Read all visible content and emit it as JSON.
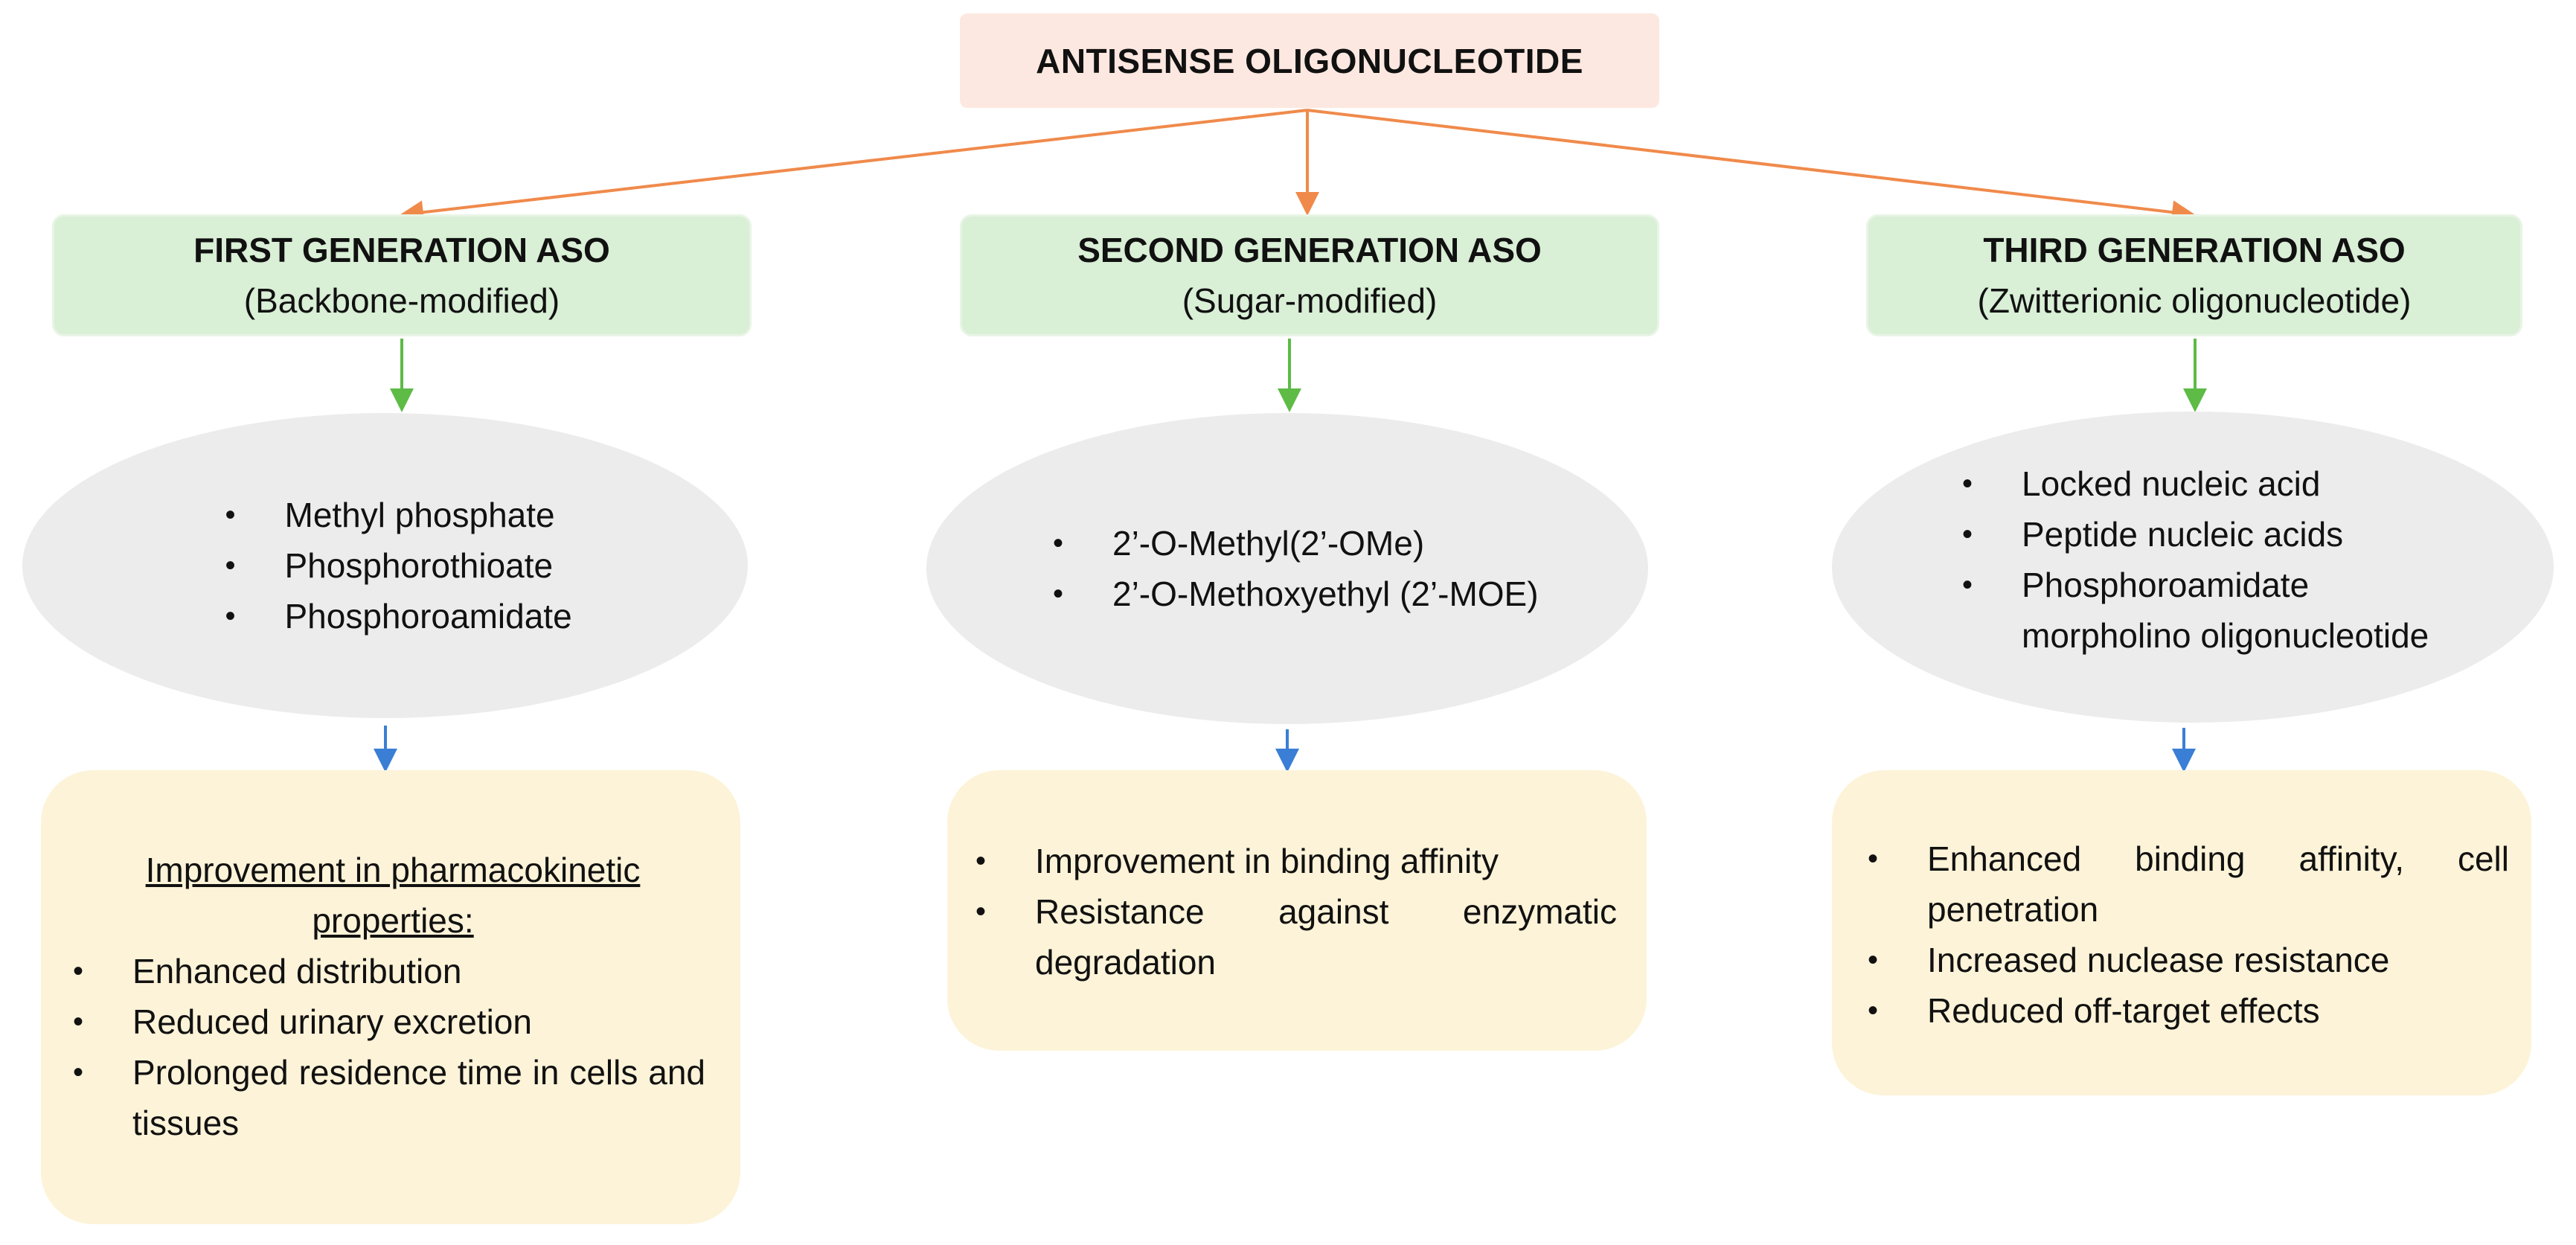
{
  "root": {
    "title": "ANTISENSE OLIGONUCLEOTIDE"
  },
  "generations": [
    {
      "title": "FIRST GENERATION ASO",
      "subtitle": "(Backbone-modified)",
      "modifications": [
        "Methyl phosphate",
        "Phosphorothioate",
        "Phosphoroamidate"
      ],
      "benefits_heading": "Improvement in pharmacokinetic properties:",
      "benefits": [
        "Enhanced distribution",
        "Reduced urinary excretion",
        "Prolonged residence time in cells and tissues"
      ]
    },
    {
      "title": "SECOND GENERATION ASO",
      "subtitle": "(Sugar-modified)",
      "modifications": [
        "2’-O-Methyl(2’-OMe)",
        "2’-O-Methoxyethyl (2’-MOE)"
      ],
      "benefits": [
        "Improvement in binding affinity",
        "Resistance against enzymatic degradation"
      ]
    },
    {
      "title": "THIRD GENERATION ASO",
      "subtitle": "(Zwitterionic oligonucleotide)",
      "modifications": [
        "Locked nucleic acid",
        "Peptide nucleic acids",
        "Phosphoroamidate morpholino oligonucleotide"
      ],
      "benefits": [
        "Enhanced binding affinity, cell penetration",
        "Increased nuclease resistance",
        "Reduced off-target effects"
      ]
    }
  ],
  "colors": {
    "root_fill": "#fce8e0",
    "generation_fill": "#d9efd6",
    "modification_fill": "#ececec",
    "benefit_fill": "#fdf3d8",
    "root_arrow": "#f08a4b",
    "generation_arrow": "#5dbb46",
    "modification_arrow": "#3a7fd5"
  }
}
